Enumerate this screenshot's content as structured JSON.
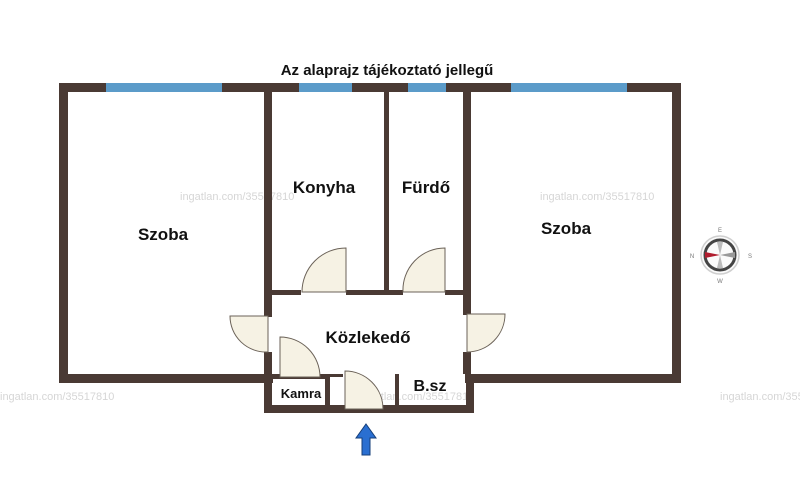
{
  "title": "Az alaprajz tájékoztató jellegű",
  "rooms": {
    "szoba_left": "Szoba",
    "konyha": "Konyha",
    "furdo": "Fürdő",
    "szoba_right": "Szoba",
    "kozlekedo": "Közlekedő",
    "kamra": "Kamra",
    "bsz": "B.sz"
  },
  "watermark": "ingatlan.com/35517810",
  "compass": {
    "n": "N",
    "s": "S",
    "w": "W",
    "e": "E"
  },
  "colors": {
    "wall": "#4a3a34",
    "window": "#5b9bc9",
    "door_fill": "#f6f2e4",
    "arrow": "#2a6fd1",
    "compass_needle": "#b01c2e"
  },
  "icons": {
    "entrance": "arrow-up-icon",
    "compass": "compass-icon"
  }
}
